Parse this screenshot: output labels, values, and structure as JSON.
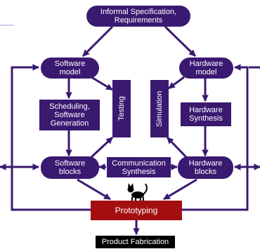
{
  "nodes": {
    "spec": "Informal Specification,\nRequirements",
    "software_model": "Software\nmodel",
    "hardware_model": "Hardware\nmodel",
    "scheduling": "Scheduling,\nSoftware\nGeneration",
    "testing": "Testing",
    "simulation": "Simulation",
    "hardware_synthesis": "Hardware\nSynthesis",
    "software_blocks": "Software\nblocks",
    "communication_synthesis": "Communication\nSynthesis",
    "hardware_blocks": "Hardware\nblocks",
    "prototyping": "Prototyping",
    "product_fabrication": "Product Fabrication"
  },
  "colors": {
    "node_fill": "#3a1970",
    "arrow": "#3a1970",
    "prototyping_fill": "#a30f10",
    "fabrication_fill": "#000000",
    "text": "#ffffff",
    "corner_line": "#b9c2e6"
  },
  "icons": {
    "mascot": "black-cat-icon"
  }
}
